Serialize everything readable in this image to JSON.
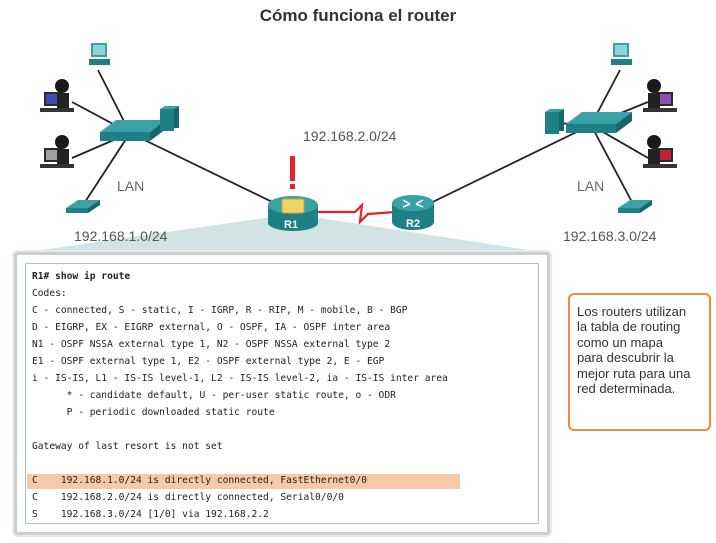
{
  "title": "Cómo funciona el router",
  "network": {
    "left_lan_label": "LAN",
    "right_lan_label": "LAN",
    "left_subnet": "192.168.1.0/24",
    "middle_subnet": "192.168.2.0/24",
    "right_subnet": "192.168.3.0/24",
    "router1_label": "R1",
    "router2_label": "R2"
  },
  "terminal": {
    "lines": [
      "R1# show ip route",
      "Codes:",
      "C - connected, S - static, I - IGRP, R - RIP, M - mobile, B - BGP",
      "D - EIGRP, EX - EIGRP external, O - OSPF, IA - OSPF inter area",
      "N1 - OSPF NSSA external type 1, N2 - OSPF NSSA external type 2",
      "E1 - OSPF external type 1, E2 - OSPF external type 2, E - EGP",
      "i - IS-IS, L1 - IS-IS level-1, L2 - IS-IS level-2, ia - IS-IS inter area",
      "      * - candidate default, U - per-user static route, o - ODR",
      "      P - periodic downloaded static route",
      "",
      "Gateway of last resort is not set",
      "",
      "C    192.168.1.0/24 is directly connected, FastEthernet0/0",
      "C    192.168.2.0/24 is directly connected, Serial0/0/0",
      "S    192.168.3.0/24 [1/0] via 192.168.2.2"
    ]
  },
  "callout": {
    "lines": [
      "Los routers utilizan",
      "la tabla de routing",
      "como un mapa",
      "para descubrir la",
      "mejor ruta para una",
      "red determinada."
    ]
  },
  "colors": {
    "highlight": "#f7c9a6",
    "callout_border": "#f08a3c",
    "device_teal": "#1f7f86",
    "link_red": "#e8202a"
  }
}
